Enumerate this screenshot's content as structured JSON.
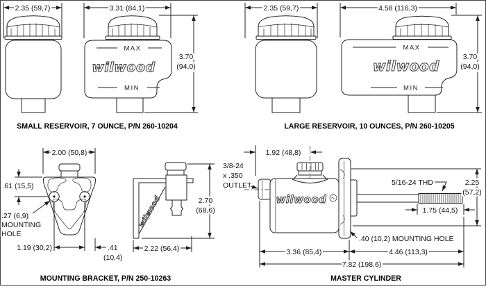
{
  "figures": {
    "small_reservoir": {
      "caption": "SMALL RESERVOIR, 7 OUNCE, P/N 260-10204",
      "front_width": "2.35 (59,7)",
      "side_width": "3.31 (84,1)",
      "height_in": "3.70",
      "height_mm": "(94,0)",
      "max_label": "MAX",
      "min_label": "MIN",
      "logo": "wilwood"
    },
    "large_reservoir": {
      "caption": "LARGE RESERVOIR, 10 OUNCES, P/N 260-10205",
      "front_width": "2.35 (59,7)",
      "side_width": "4.58 (116,3)",
      "height_in": "3.70",
      "height_mm": "(94,0)",
      "max_label": "MAX",
      "min_label": "MIN",
      "logo": "wilwood"
    },
    "mounting_bracket": {
      "caption": "MOUNTING BRACKET, P/N 250-10263",
      "top_width": "2.00 (50,8)",
      "hole_offset": ".61 (15,5)",
      "hole_note_1": ".27 (6,9)",
      "hole_note_2": "MOUNTING",
      "hole_note_3": "HOLE",
      "hole_spacing": "1.19 (30,2)",
      "edge_offset_in": ".41",
      "edge_offset_mm": "(10,4)",
      "depth": "2.22 (56,4)",
      "height_in": "2.70",
      "height_mm": "(68,6)",
      "logo": "wilwood"
    },
    "master_cylinder": {
      "caption": "MASTER CYLINDER",
      "body_top_width": "1.92 (48,8)",
      "outlet_note_1": "3/8-24",
      "outlet_note_2": "x .350",
      "outlet_note_3": "OUTLET",
      "thread_note": "5/16-24 THD",
      "flange_height_in": "2.25",
      "flange_height_mm": "(57,2)",
      "thread_length": "1.75 (44,5)",
      "mount_hole_note": ".40 (10,2) MOUNTING HOLE",
      "body_length": "3.36 (85,4)",
      "rod_length": "4.46 (113,3)",
      "overall_length": "7.82 (198,6)",
      "logo": "wilwood"
    }
  }
}
